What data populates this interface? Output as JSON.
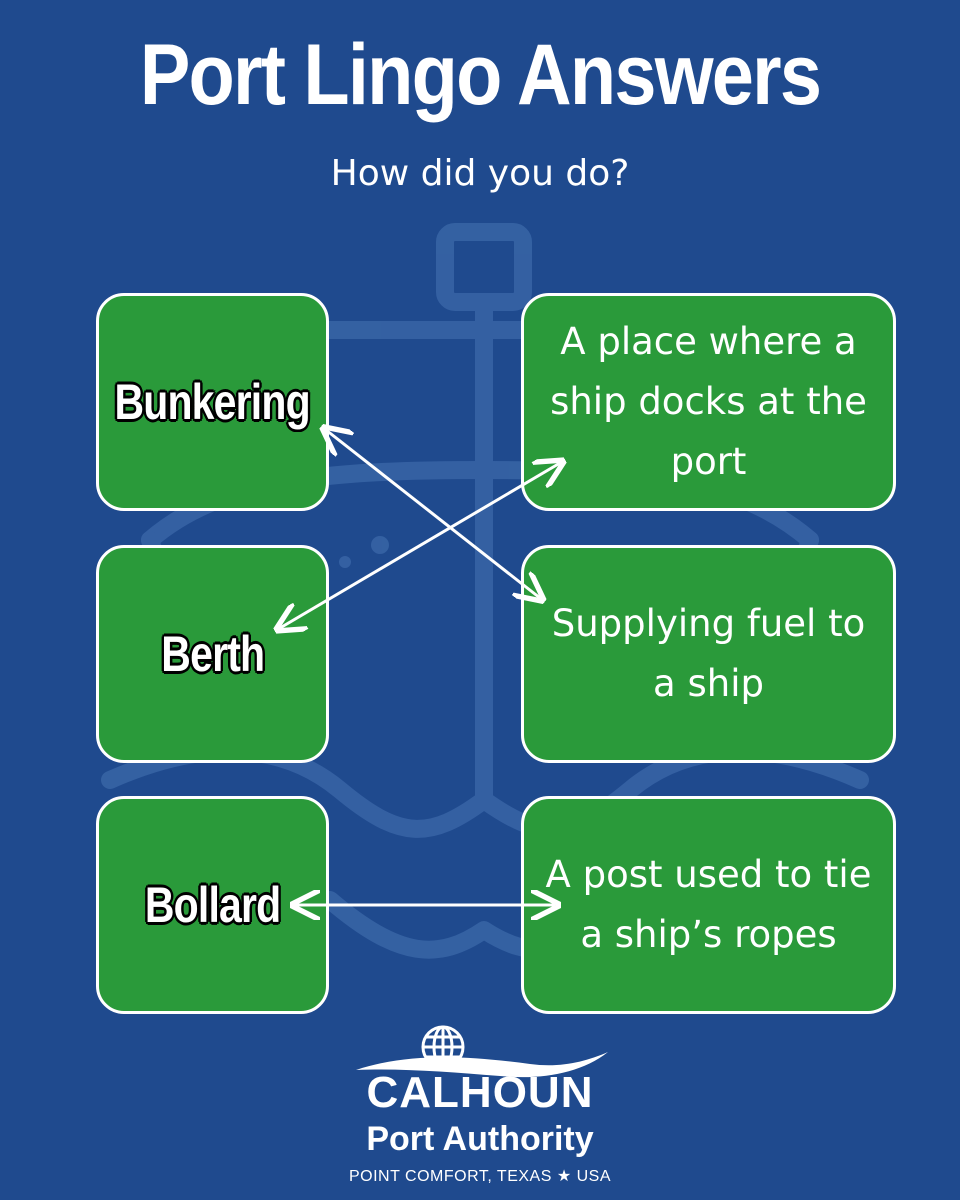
{
  "header": {
    "title": "Port Lingo Answers",
    "subtitle": "How did you do?"
  },
  "terms": [
    "Bunkering",
    "Berth",
    "Bollard"
  ],
  "definitions": [
    "A place where a ship docks at the port",
    "Supplying fuel to a ship",
    "A post used to tie a ship’s ropes"
  ],
  "logo": {
    "name": "CALHOUN",
    "subname": "Port Authority",
    "location": "POINT COMFORT, TEXAS ★ USA"
  },
  "colors": {
    "background": "#1f4a8e",
    "box_fill": "#2a9a3a",
    "box_border": "#ffffff"
  },
  "icons": [
    "anchor-icon",
    "globe-icon",
    "arrow-icon"
  ]
}
